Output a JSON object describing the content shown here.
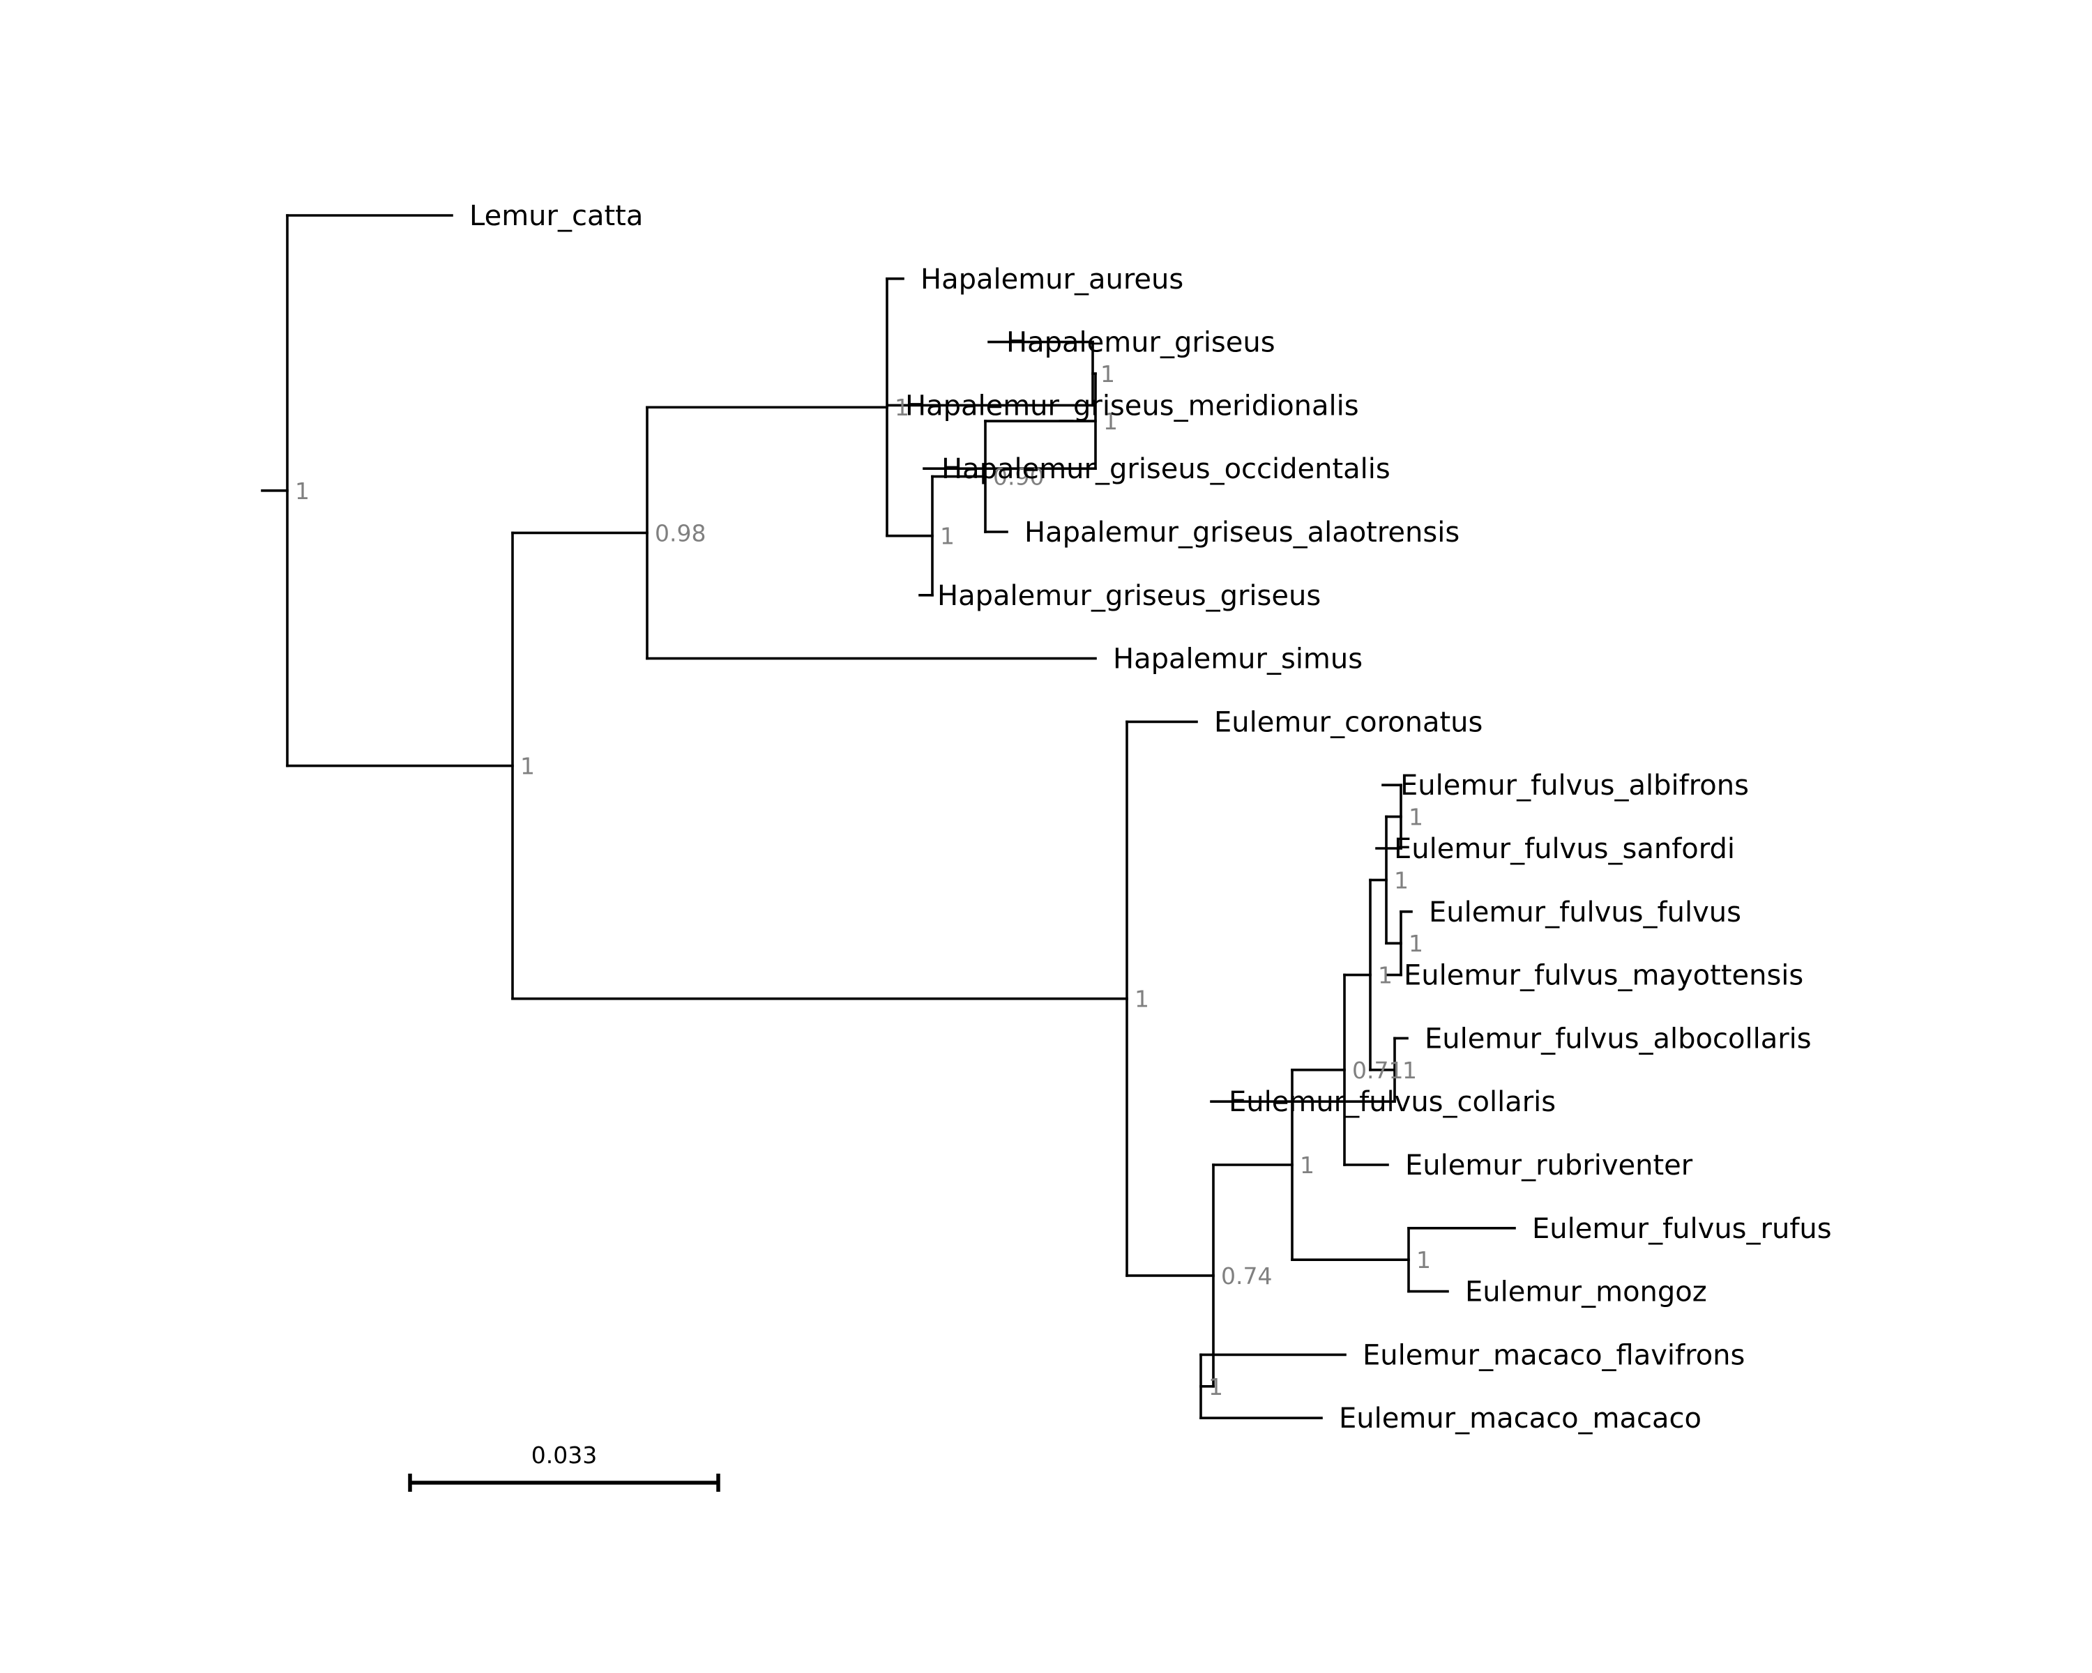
{
  "colors": {
    "branch": "#000000",
    "support": "#808080",
    "background": "#ffffff"
  },
  "scale_bar": {
    "label": "0.033"
  },
  "tree": {
    "support": "1",
    "children": [
      {
        "name": "Lemur_catta"
      },
      {
        "support": "1",
        "children": [
          {
            "support": "0.98",
            "children": [
              {
                "support": "1",
                "children": [
                  {
                    "name": "Hapalemur_aureus"
                  },
                  {
                    "support": "1",
                    "children": [
                      {
                        "support": "0.90",
                        "children": [
                          {
                            "support": "1",
                            "children": [
                              {
                                "support": "1",
                                "children": [
                                  {
                                    "name": "Hapalemur_griseus"
                                  },
                                  {
                                    "name": "Hapalemur_griseus_meridionalis"
                                  }
                                ]
                              },
                              {
                                "name": "Hapalemur_griseus_occidentalis"
                              }
                            ]
                          },
                          {
                            "name": "Hapalemur_griseus_alaotrensis"
                          }
                        ]
                      },
                      {
                        "name": "Hapalemur_griseus_griseus"
                      }
                    ]
                  }
                ]
              },
              {
                "name": "Hapalemur_simus"
              }
            ]
          },
          {
            "support": "1",
            "children": [
              {
                "name": "Eulemur_coronatus"
              },
              {
                "support": "0.74",
                "children": [
                  {
                    "support": "1",
                    "children": [
                      {
                        "support": "0.71",
                        "children": [
                          {
                            "support": "1",
                            "children": [
                              {
                                "support": "1",
                                "children": [
                                  {
                                    "support": "1",
                                    "children": [
                                      {
                                        "name": "Eulemur_fulvus_albifrons"
                                      },
                                      {
                                        "name": "Eulemur_fulvus_sanfordi"
                                      }
                                    ]
                                  },
                                  {
                                    "support": "1",
                                    "children": [
                                      {
                                        "name": "Eulemur_fulvus_fulvus"
                                      },
                                      {
                                        "name": "Eulemur_fulvus_mayottensis"
                                      }
                                    ]
                                  }
                                ]
                              },
                              {
                                "support": "1",
                                "children": [
                                  {
                                    "name": "Eulemur_fulvus_albocollaris"
                                  },
                                  {
                                    "name": "Eulemur_fulvus_collaris"
                                  }
                                ]
                              }
                            ]
                          },
                          {
                            "name": "Eulemur_rubriventer"
                          }
                        ]
                      },
                      {
                        "support": "1",
                        "children": [
                          {
                            "name": "Eulemur_fulvus_rufus"
                          },
                          {
                            "name": "Eulemur_mongoz"
                          }
                        ]
                      }
                    ]
                  },
                  {
                    "support": "1",
                    "children": [
                      {
                        "name": "Eulemur_macaco_flavifrons"
                      },
                      {
                        "name": "Eulemur_macaco_macaco"
                      }
                    ]
                  }
                ]
              }
            ]
          }
        ]
      }
    ]
  }
}
